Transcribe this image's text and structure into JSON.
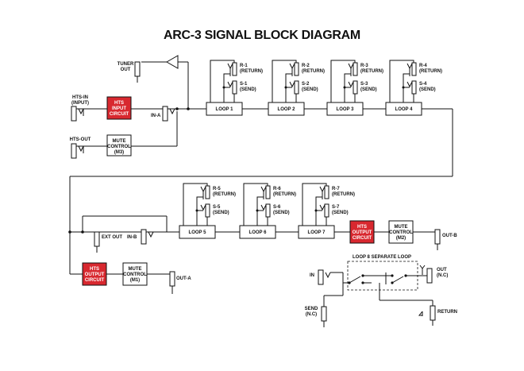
{
  "title": "ARC-3 SIGNAL BLOCK DIAGRAM",
  "labels": {
    "tuner_out": [
      "TUNER",
      "OUT"
    ],
    "hts_in": [
      "HTS-IN",
      "(INPUT)"
    ],
    "hts_out": [
      "HTS-OUT"
    ],
    "in_a": "IN-A",
    "in_b": "IN-B",
    "ext_out": "EXT OUT",
    "out_a": "OUT-A",
    "out_b": "OUT-B",
    "loop8_title": "LOOP 8  SEPARATE LOOP",
    "loop8_in": "IN",
    "loop8_out": [
      "OUT",
      "(N.C)"
    ],
    "loop8_send": [
      "SEND",
      "(N.C)"
    ],
    "loop8_return": "RETURN"
  },
  "blocks": {
    "hts_input": [
      "HTS",
      "INPUT",
      "CIRCUIT"
    ],
    "hts_output_1": [
      "HTS",
      "OUTPUT",
      "CIRCUIT"
    ],
    "hts_output_2": [
      "HTS",
      "OUTPUT",
      "CIRCUIT"
    ],
    "mute_m3": [
      "MUTE",
      "CONTROL",
      "(M3)"
    ],
    "mute_m2": [
      "MUTE",
      "CONTROL",
      "(M2)"
    ],
    "mute_m1": [
      "MUTE",
      "CONTROL",
      "(M1)"
    ]
  },
  "loops": [
    {
      "label": "LOOP 1",
      "ret": [
        "R-1",
        "(RETURN)"
      ],
      "send": [
        "S-1",
        "(SEND)"
      ]
    },
    {
      "label": "LOOP 2",
      "ret": [
        "R-2",
        "(RETURN)"
      ],
      "send": [
        "S-2",
        "(SEND)"
      ]
    },
    {
      "label": "LOOP 3",
      "ret": [
        "R-3",
        "(RETURN)"
      ],
      "send": [
        "S-3",
        "(SEND)"
      ]
    },
    {
      "label": "LOOP 4",
      "ret": [
        "R-4",
        "(RETURN)"
      ],
      "send": [
        "S-4",
        "(SEND)"
      ]
    },
    {
      "label": "LOOP 5",
      "ret": [
        "R-5",
        "(RETURN)"
      ],
      "send": [
        "S-5",
        "(SEND)"
      ]
    },
    {
      "label": "LOOP 6",
      "ret": [
        "R-6",
        "(RETURN)"
      ],
      "send": [
        "S-6",
        "(SEND)"
      ]
    },
    {
      "label": "LOOP 7",
      "ret": [
        "R-7",
        "(RETURN)"
      ],
      "send": [
        "S-7",
        "(SEND)"
      ]
    }
  ],
  "colors": {
    "hts_block": "#d8282f",
    "line": "#111111"
  }
}
